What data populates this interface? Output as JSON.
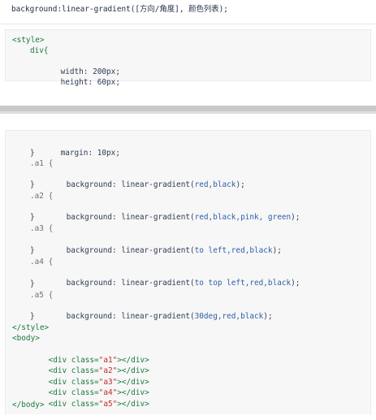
{
  "top_line": {
    "code": "background:linear-gradient([方向/角度], 颜色列表);"
  },
  "card1": {
    "lines": [
      {
        "a": "<style>",
        "b": "",
        "c": ""
      },
      {
        "a": "div{",
        "b": "",
        "c": ""
      },
      {
        "a": "width:",
        "b": " 200px;",
        "c": ""
      },
      {
        "a": "height:",
        "b": " 60px;",
        "c": ""
      }
    ]
  },
  "card2": {
    "lines": [
      {
        "k": "prop",
        "a": "margin:",
        "b": " 10px;"
      },
      {
        "k": "brace",
        "a": "}"
      },
      {
        "k": "sel",
        "a": ".a1 {"
      },
      {
        "k": "decl",
        "a": "background:",
        "b": " linear-gradient(",
        "c": "red,black",
        "d": ");"
      },
      {
        "k": "brace",
        "a": "}"
      },
      {
        "k": "sel",
        "a": ".a2 {"
      },
      {
        "k": "decl",
        "a": "background:",
        "b": " linear-gradient(",
        "c": "red,black,pink, green",
        "d": ");"
      },
      {
        "k": "brace",
        "a": "}"
      },
      {
        "k": "sel",
        "a": ".a3 {"
      },
      {
        "k": "decl",
        "a": "background:",
        "b": " linear-gradient(",
        "c": "to left,red,black",
        "d": ");"
      },
      {
        "k": "brace",
        "a": "}"
      },
      {
        "k": "sel",
        "a": ".a4 {"
      },
      {
        "k": "decl",
        "a": "background:",
        "b": " linear-gradient(",
        "c": "to top left,red,black",
        "d": ");"
      },
      {
        "k": "brace",
        "a": "}"
      },
      {
        "k": "sel",
        "a": ".a5 {"
      },
      {
        "k": "decl",
        "a": "background:",
        "b": " linear-gradient(",
        "c": "30deg,red,black",
        "d": ");"
      },
      {
        "k": "brace",
        "a": "}"
      },
      {
        "k": "tag",
        "a": "</style>"
      },
      {
        "k": "tag",
        "a": "<body>"
      },
      {
        "k": "div",
        "a": "<div class=",
        "b": "\"a1\"",
        "c": "></div>"
      },
      {
        "k": "div",
        "a": "<div class=",
        "b": "\"a2\"",
        "c": "></div>"
      },
      {
        "k": "div",
        "a": "<div class=",
        "b": "\"a3\"",
        "c": "></div>"
      },
      {
        "k": "div",
        "a": "<div class=",
        "b": "\"a4\"",
        "c": "></div>"
      },
      {
        "k": "div",
        "a": "<div class=",
        "b": "\"a5\"",
        "c": "></div>"
      },
      {
        "k": "tag",
        "a": "</body>"
      }
    ]
  },
  "colors": {
    "tag": "#1a7a3c",
    "string": "#c1272d",
    "code": "#1f2a44"
  }
}
